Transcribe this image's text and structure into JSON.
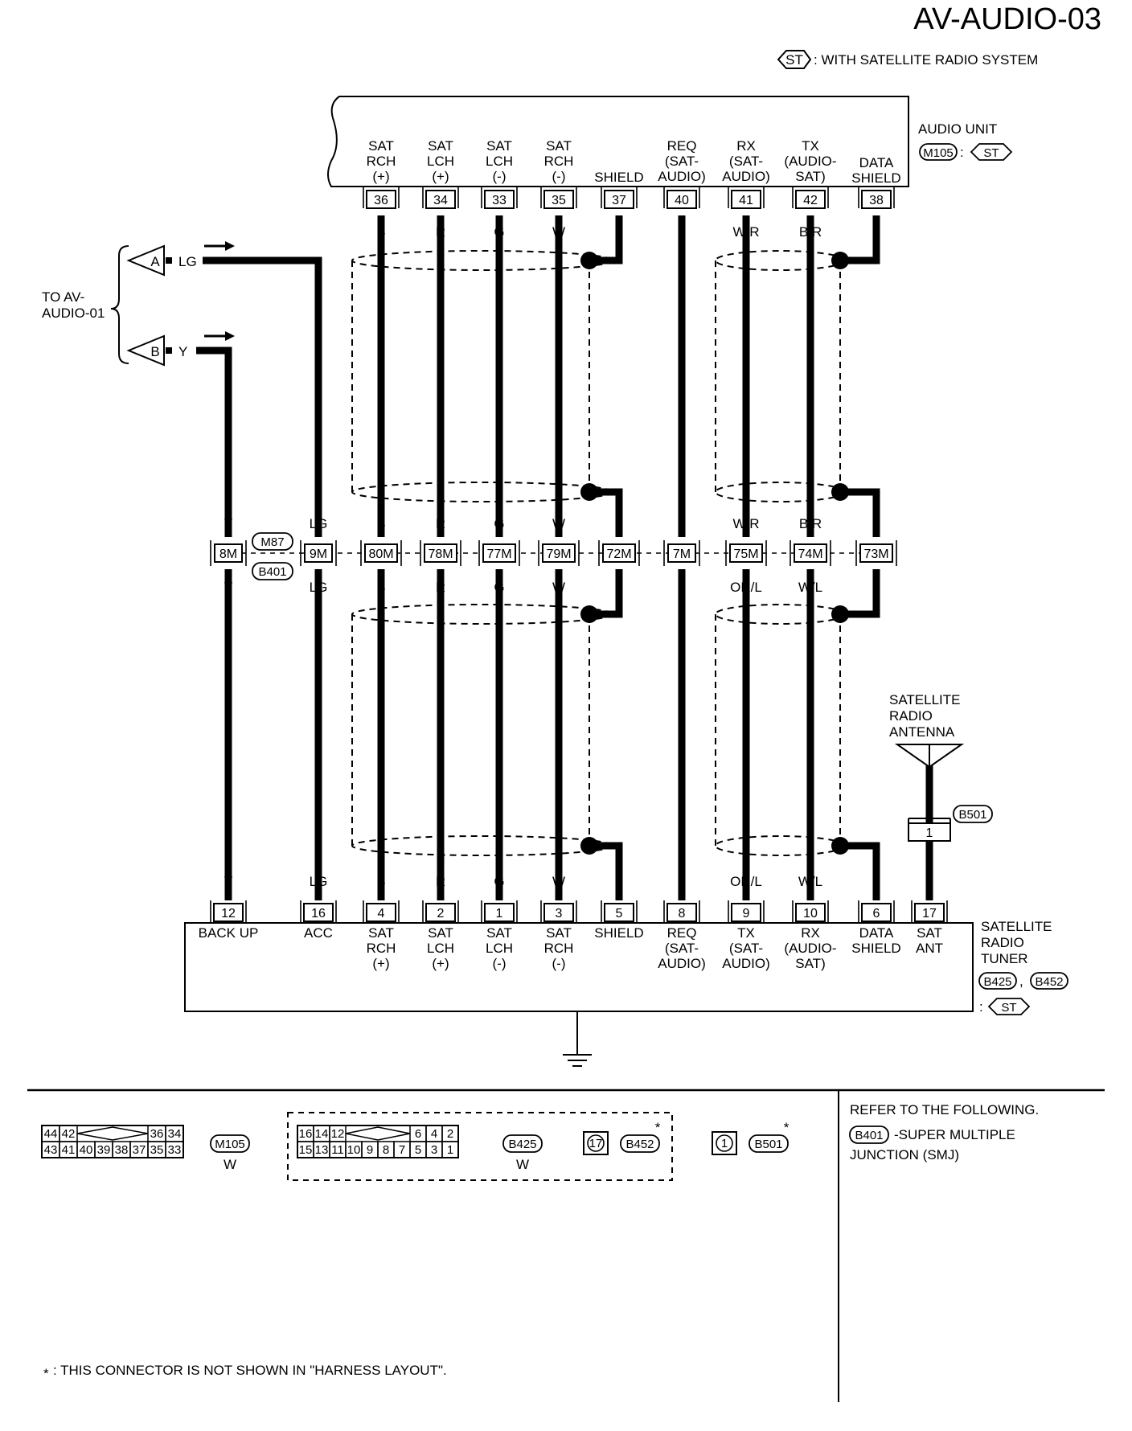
{
  "page_code": "AV-AUDIO-03",
  "legend": {
    "badge": "ST",
    "text": ": WITH SATELLITE RADIO SYSTEM"
  },
  "audio_unit": {
    "name": "AUDIO UNIT",
    "connector": "M105",
    "separator": ":",
    "badge": "ST"
  },
  "tuner": {
    "name_lines": [
      "SATELLITE",
      "RADIO",
      "TUNER"
    ],
    "connectors": [
      "B425",
      "B452"
    ],
    "comma": ",",
    "colon": ":",
    "badge": "ST"
  },
  "to_ref": {
    "lines": [
      "TO AV-",
      "AUDIO-01"
    ]
  },
  "arrows": [
    {
      "letter": "A",
      "color": "LG"
    },
    {
      "letter": "B",
      "color": "Y"
    }
  ],
  "junction": {
    "connectors": [
      "M87",
      "B401"
    ]
  },
  "antenna": {
    "label_lines": [
      "SATELLITE",
      "RADIO",
      "ANTENNA"
    ],
    "connector": "B501",
    "pin": "1"
  },
  "circuits": [
    {
      "id": "backup",
      "top_pin": "",
      "top_label": [],
      "top_color": "",
      "jc_pin": "8M",
      "mid_color": "Y",
      "bot_color": "Y",
      "bottom_pin": "12",
      "bottom_label": [
        "BACK UP"
      ]
    },
    {
      "id": "acc",
      "top_pin": "",
      "top_label": [],
      "top_color": "",
      "jc_pin": "9M",
      "mid_color": "LG",
      "bot_color": "LG",
      "bottom_pin": "16",
      "bottom_label": [
        "ACC"
      ]
    },
    {
      "id": "sat-rch-plus",
      "top_pin": "36",
      "top_label": [
        "SAT",
        "RCH",
        "(+)"
      ],
      "top_color": "B",
      "jc_pin": "80M",
      "mid_color": "B",
      "bot_color": "B",
      "bottom_pin": "4",
      "bottom_label": [
        "SAT",
        "RCH",
        "(+)"
      ]
    },
    {
      "id": "sat-lch-plus",
      "top_pin": "34",
      "top_label": [
        "SAT",
        "LCH",
        "(+)"
      ],
      "top_color": "R",
      "jc_pin": "78M",
      "mid_color": "R",
      "bot_color": "R",
      "bottom_pin": "2",
      "bottom_label": [
        "SAT",
        "LCH",
        "(+)"
      ]
    },
    {
      "id": "sat-lch-minus",
      "top_pin": "33",
      "top_label": [
        "SAT",
        "LCH",
        "(-)"
      ],
      "top_color": "G",
      "jc_pin": "77M",
      "mid_color": "G",
      "bot_color": "G",
      "bottom_pin": "1",
      "bottom_label": [
        "SAT",
        "LCH",
        "(-)"
      ]
    },
    {
      "id": "sat-rch-minus",
      "top_pin": "35",
      "top_label": [
        "SAT",
        "RCH",
        "(-)"
      ],
      "top_color": "W",
      "jc_pin": "79M",
      "mid_color": "W",
      "bot_color": "W",
      "bottom_pin": "3",
      "bottom_label": [
        "SAT",
        "RCH",
        "(-)"
      ]
    },
    {
      "id": "shield",
      "top_pin": "37",
      "top_label": [
        "SHIELD"
      ],
      "top_color": "",
      "jc_pin": "72M",
      "mid_color": "",
      "bot_color": "",
      "bottom_pin": "5",
      "bottom_label": [
        "SHIELD"
      ]
    },
    {
      "id": "req",
      "top_pin": "40",
      "top_label": [
        "REQ",
        "(SAT-",
        "AUDIO)"
      ],
      "top_color": "L",
      "jc_pin": "7M",
      "mid_color": "L",
      "bot_color": "L",
      "bottom_pin": "8",
      "bottom_label": [
        "REQ",
        "(SAT-",
        "AUDIO)"
      ]
    },
    {
      "id": "rx-tx",
      "top_pin": "41",
      "top_label": [
        "RX",
        "(SAT-",
        "AUDIO)"
      ],
      "top_color": "W/R",
      "jc_pin": "75M",
      "mid_color": "W/R",
      "bot_color": "OR/L",
      "bottom_pin": "9",
      "bottom_label": [
        "TX",
        "(SAT-",
        "AUDIO)"
      ]
    },
    {
      "id": "tx-rx",
      "top_pin": "42",
      "top_label": [
        "TX",
        "(AUDIO-",
        "SAT)"
      ],
      "top_color": "B/R",
      "jc_pin": "74M",
      "mid_color": "B/R",
      "bot_color": "W/L",
      "bottom_pin": "10",
      "bottom_label": [
        "RX",
        "(AUDIO-",
        "SAT)"
      ]
    },
    {
      "id": "data-shield",
      "top_pin": "38",
      "top_label": [
        "DATA",
        "SHIELD"
      ],
      "top_color": "",
      "jc_pin": "73M",
      "mid_color": "",
      "bot_color": "",
      "bottom_pin": "6",
      "bottom_label": [
        "DATA",
        "SHIELD"
      ]
    },
    {
      "id": "sat-ant",
      "top_pin": "",
      "top_label": [],
      "top_color": "",
      "jc_pin": "",
      "mid_color": "",
      "bot_color": "",
      "bottom_pin": "17",
      "bottom_label": [
        "SAT",
        "ANT"
      ]
    }
  ],
  "connector_views": {
    "m105": {
      "top_row": [
        "44",
        "42",
        "36",
        "34"
      ],
      "bottom_row": [
        "43",
        "41",
        "40",
        "39",
        "38",
        "37",
        "35",
        "33"
      ],
      "connector": "M105",
      "color": "W"
    },
    "b425": {
      "top_row": [
        "16",
        "14",
        "12",
        "6",
        "4",
        "2"
      ],
      "bottom_row": [
        "15",
        "13",
        "11",
        "10",
        "9",
        "8",
        "7",
        "5",
        "3",
        "1"
      ],
      "connector": "B425",
      "color": "W"
    },
    "b452": {
      "pin": "17",
      "connector": "B452",
      "mark": "*"
    },
    "b501": {
      "pin": "1",
      "connector": "B501",
      "mark": "*"
    }
  },
  "refer": {
    "heading": "REFER TO THE FOLLOWING.",
    "connector": "B401",
    "desc_1": "-SUPER MULTIPLE",
    "desc_2": "JUNCTION (SMJ)"
  },
  "footnote": {
    "mark": "*",
    "text": ": THIS CONNECTOR IS NOT SHOWN IN \"HARNESS LAYOUT\"."
  }
}
